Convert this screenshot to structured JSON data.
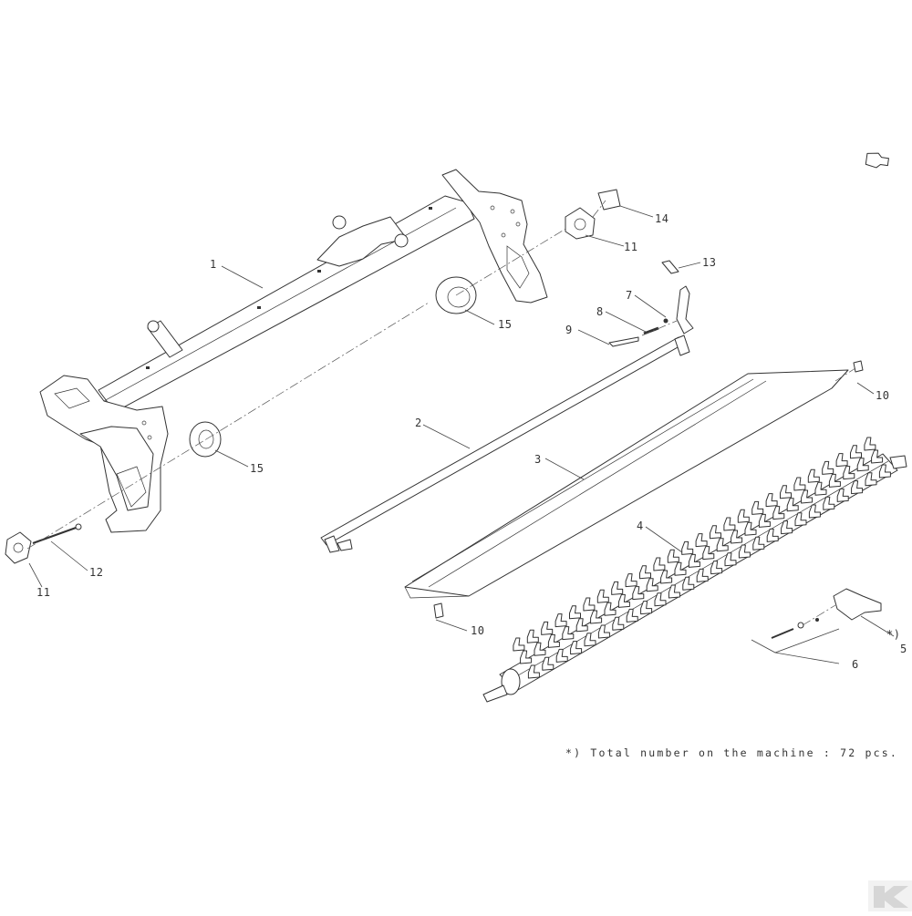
{
  "diagram": {
    "callouts": [
      {
        "id": "1",
        "text": "1"
      },
      {
        "id": "2",
        "text": "2"
      },
      {
        "id": "3",
        "text": "3"
      },
      {
        "id": "4",
        "text": "4"
      },
      {
        "id": "5",
        "text": "5"
      },
      {
        "id": "5star",
        "text": "*)"
      },
      {
        "id": "6",
        "text": "6"
      },
      {
        "id": "7",
        "text": "7"
      },
      {
        "id": "8",
        "text": "8"
      },
      {
        "id": "9",
        "text": "9"
      },
      {
        "id": "10a",
        "text": "10"
      },
      {
        "id": "10b",
        "text": "10"
      },
      {
        "id": "11a",
        "text": "11"
      },
      {
        "id": "11b",
        "text": "11"
      },
      {
        "id": "12",
        "text": "12"
      },
      {
        "id": "13",
        "text": "13"
      },
      {
        "id": "14",
        "text": "14"
      },
      {
        "id": "15a",
        "text": "15"
      },
      {
        "id": "15b",
        "text": "15"
      }
    ],
    "footnote": "*) Total number on the machine : 72 pcs.",
    "icons": [
      "direction-arrow-icon",
      "brand-logo-icon"
    ]
  }
}
